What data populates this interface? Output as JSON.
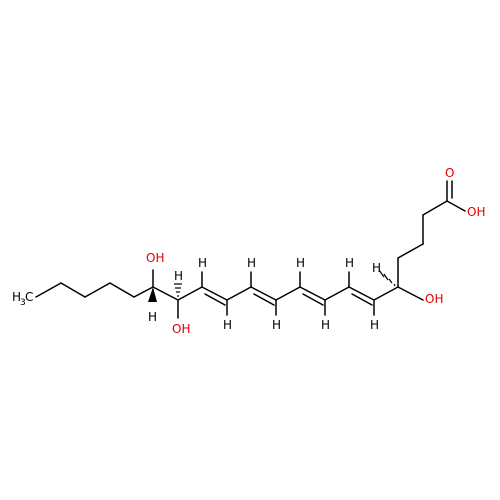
{
  "molecule": {
    "labels": {
      "ch3_main": "H",
      "ch3_c": "C",
      "ch3_sub": "3",
      "cooh_o": "O",
      "cooh_oh": "OH",
      "oh5": "OH",
      "oh12": "OH",
      "oh13": "OH",
      "h": "H"
    },
    "colors": {
      "bond": "#000000",
      "oxygen": "#e00000",
      "hydrogen": "#000000"
    }
  }
}
